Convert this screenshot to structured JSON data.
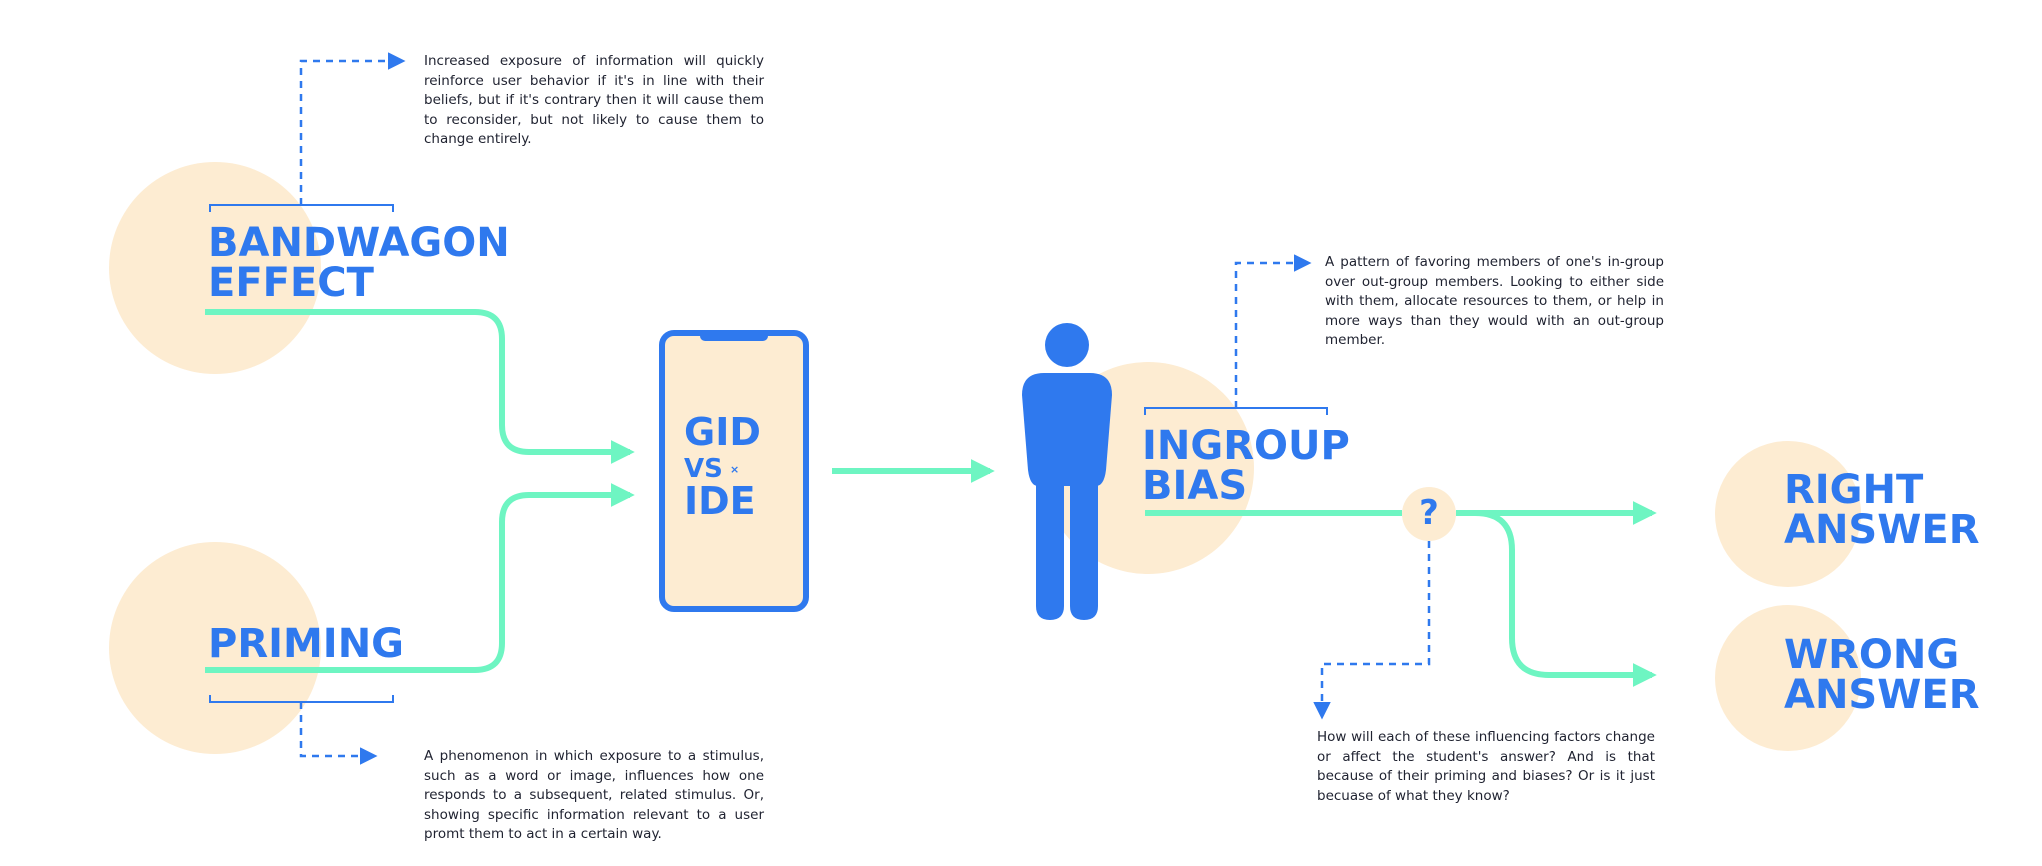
{
  "colors": {
    "accent_blue": "#2f79ee",
    "connector_green": "#6ef5c2",
    "circle_fill": "#fdecd2",
    "text_dark": "#1f2230"
  },
  "bandwagon": {
    "title_line1": "BANDWAGON",
    "title_line2": "EFFECT",
    "description": "Increased exposure of information will quickly reinforce user behavior if it's in line with their beliefs, but if it's contrary then it will cause them to reconsider, but not likely to cause them to change entirely."
  },
  "priming": {
    "title": "PRIMING",
    "description": "A phenomenon in which exposure to a stimulus, such as a word or image, influences how one responds to a subsequent, related stimulus. Or, showing specific information relevant to a user promt them to act in a certain way."
  },
  "phone": {
    "line1": "GID",
    "line2": "VS",
    "line3": "IDE",
    "mark": "×"
  },
  "ingroup": {
    "title_line1": "INGROUP",
    "title_line2": "BIAS",
    "description": "A pattern of favoring members of one's in-group over out-group members. Looking to either side with them, allocate resources to them, or help in more ways than they would with an out-group member."
  },
  "question": {
    "mark": "?",
    "description": "How will each of these influencing factors change or affect the student's answer? And is that because of their priming and biases? Or is it just becuase of what they know?"
  },
  "outcomes": {
    "right_line1": "RIGHT",
    "right_line2": "ANSWER",
    "wrong_line1": "WRONG",
    "wrong_line2": "ANSWER"
  }
}
